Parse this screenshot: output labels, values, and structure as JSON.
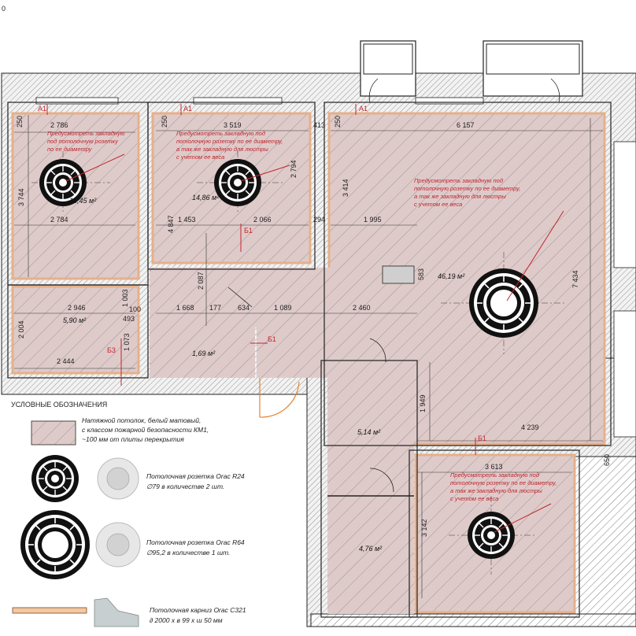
{
  "page_number": "0",
  "section_marks": {
    "a1": "A1",
    "b1": "Б1",
    "b3": "Б3"
  },
  "rooms": {
    "r1": {
      "area": "10,45 м²",
      "dims": [
        "2 786",
        "3 744",
        "2 784",
        "250"
      ]
    },
    "r2": {
      "area": "14,86 м²",
      "dims": [
        "3 519",
        "2 794",
        "4 847",
        "1 453",
        "2 066",
        "250",
        "413"
      ]
    },
    "r3": {
      "area": "46,19 м²",
      "dims": [
        "6 157",
        "3 414",
        "1 995",
        "7 434",
        "294",
        "583",
        "4 239",
        "1 949",
        "250"
      ]
    },
    "r4": {
      "area": "5,90 м²",
      "dims": [
        "2 946",
        "2 004",
        "2 444",
        "1 003",
        "100",
        "493",
        "1 073"
      ]
    },
    "r5": {
      "area": "1,69 м²",
      "dims": [
        "1 668",
        "177",
        "634",
        "1 089",
        "2 460",
        "2 087"
      ]
    },
    "r6": {
      "area": "5,14 м²"
    },
    "r7": {
      "area": "4,76 м²"
    },
    "r8": {
      "dims": [
        "3 613",
        "3 142",
        "650"
      ]
    }
  },
  "notes": {
    "n1": [
      "Предусмотреть закладную",
      "под потолочную розетку",
      "по ее диаметру"
    ],
    "n2": [
      "Предусмотреть закладную под",
      "потолочную розетку по ее диаметру,",
      "а так же закладную для люстры",
      "с учетом ее веса"
    ],
    "n3": [
      "Предусмотреть закладную под",
      "потолочную розетку по ее диаметру,",
      "а так же закладную для люстры",
      "с учетом ее веса"
    ],
    "n4": [
      "Предусмотреть закладную под",
      "потолочную розетку по ее диаметру,",
      "а так же закладную для люстры",
      "с учетом ее веса"
    ]
  },
  "legend": {
    "title": "УСЛОВНЫЕ ОБОЗНАЧЕНИЯ",
    "ceiling": [
      "Натяжной потолок, белый матовый,",
      "с классом пожарной безопасности КМ1,",
      "~100 мм от плиты перекрытия"
    ],
    "rosette_r24": [
      "Потолочная розетка Orac R24",
      "∅79 в количестве 2 шт."
    ],
    "rosette_r64": [
      "Потолочная розетка Orac R64",
      "∅95,2 в количестве 1 шт."
    ],
    "cornice": [
      "Потолочная карниз Orac C321",
      "∂ 2000 х в 99 х ш 50 мм"
    ]
  },
  "colors": {
    "fill": "#dfcaca",
    "hatch": "#8a8a8a",
    "wall": "#e8e8e8",
    "accent": "#c0262d",
    "cornice": "#f3c7a2"
  }
}
